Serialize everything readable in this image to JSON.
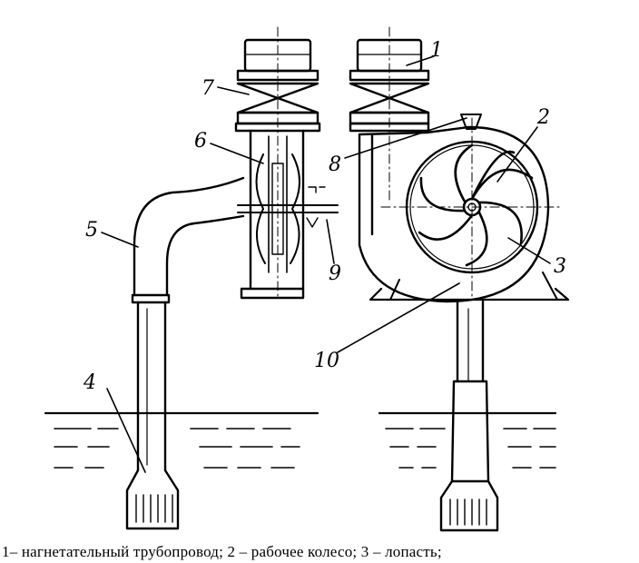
{
  "callouts": [
    "1",
    "2",
    "3",
    "4",
    "5",
    "6",
    "7",
    "8",
    "9",
    "10"
  ],
  "caption": "1– нагнетательный трубопровод; 2 – рабочее колесо; 3 – лопасть;"
}
